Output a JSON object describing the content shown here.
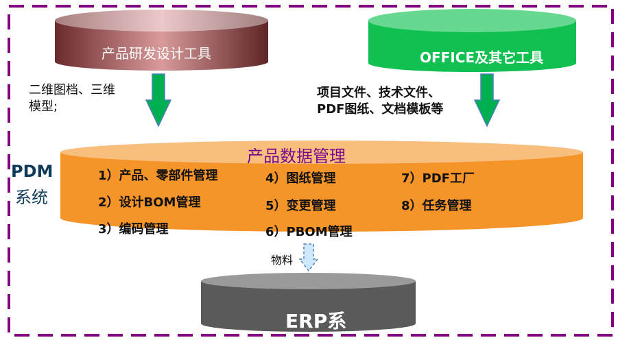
{
  "colors": {
    "border": "#800080",
    "maroon": "#a0585a",
    "green": "#10c050",
    "orange": "#f59428",
    "gray": "#5a5a5a",
    "arrow_green": "#00b050",
    "arrow_edge": "#4f81bd",
    "title_purple": "#7a0a8a",
    "pdm_text": "#0f3b5a"
  },
  "design_tools": {
    "label": "产品研发设计工具"
  },
  "office_tools": {
    "label": "OFFICE及其它工具"
  },
  "left_note": {
    "line1": "二维图档、三维",
    "line2": "模型;"
  },
  "right_note": {
    "line1": "项目文件、技术文件、",
    "line2": "PDF图纸、文档模板等"
  },
  "pdm": {
    "title": "产品数据管理",
    "side_label_1": "PDM",
    "side_label_2": "系统",
    "items": [
      "1）产品、零部件管理",
      "2）设计BOM管理",
      "3）编码管理",
      "4）图纸管理",
      "5）变更管理",
      "6）PBOM管理",
      "7）PDF工厂",
      "8）任务管理"
    ]
  },
  "material_label": "物料",
  "erp": {
    "label": "ERP系"
  }
}
